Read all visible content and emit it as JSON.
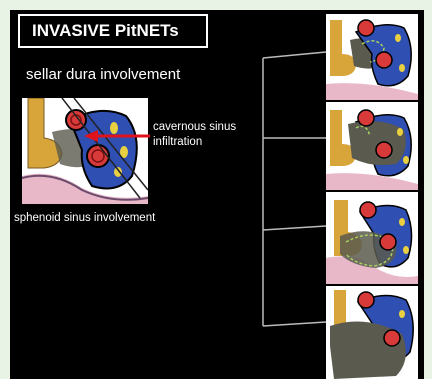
{
  "title": "INVASIVE PitNETs",
  "labels": {
    "sellar_dura": "sellar dura involvement",
    "cavernous_line1": "cavernous sinus",
    "cavernous_line2": "infiltration",
    "sphenoid": "sphenoid sinus involvement"
  },
  "colors": {
    "background": "#000000",
    "outer": "#e8f3e6",
    "pituitary": "#d8a53a",
    "sinus": "#2f4fb3",
    "artery": "#d83a3a",
    "tumor": "#5a5a4e",
    "pointer_arrow": "#e0121a",
    "tumor_outline_dashed": "#a8d060"
  }
}
